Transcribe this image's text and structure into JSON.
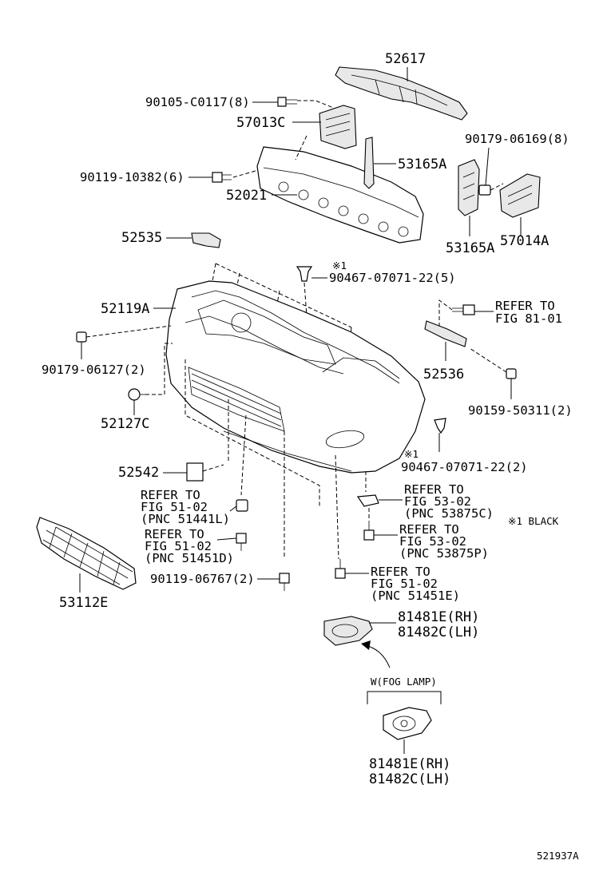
{
  "labels": {
    "p52617": "52617",
    "p90105": "90105-C0117(8)",
    "p57013C": "57013C",
    "p90179_06169": "90179-06169(8)",
    "p90119_10382": "90119-10382(6)",
    "p53165A_top": "53165A",
    "p52021": "52021",
    "p52535": "52535",
    "p53165A_bot": "53165A",
    "p57014A": "57014A",
    "note1_top": "※1",
    "p90467_5": "90467-07071-22(5)",
    "refer_81_01_a": "REFER TO",
    "refer_81_01_b": "FIG 81-01",
    "p52119A": "52119A",
    "p90179_06127": "90179-06127(2)",
    "p52536": "52536",
    "p52127C": "52127C",
    "p90159": "90159-50311(2)",
    "note1_mid": "※1",
    "p90467_2": "90467-07071-22(2)",
    "p52542": "52542",
    "ref_5302a_1": "REFER TO",
    "ref_5302a_2": "FIG 53-02",
    "ref_5302a_3": "(PNC 53875C)",
    "ref_5102a_1": "REFER TO",
    "ref_5102a_2": "FIG 51-02",
    "ref_5102a_3": "(PNC 51441L)",
    "black_note": "※1 BLACK",
    "ref_5302b_1": "REFER TO",
    "ref_5302b_2": "FIG 53-02",
    "ref_5302b_3": "(PNC 53875P)",
    "ref_5102b_1": "REFER TO",
    "ref_5102b_2": "FIG 51-02",
    "ref_5102b_3": "(PNC 51451D)",
    "p90119_06767": "90119-06767(2)",
    "ref_5102c_1": "REFER TO",
    "ref_5102c_2": "FIG 51-02",
    "ref_5102c_3": "(PNC 51451E)",
    "p53112E": "53112E",
    "p81481E_a": "81481E(RH)",
    "p81482C_a": "81482C(LH)",
    "fog_lamp": "W(FOG LAMP)",
    "p81481E_b": "81481E(RH)",
    "p81482C_b": "81482C(LH)",
    "figure_id": "521937A"
  }
}
